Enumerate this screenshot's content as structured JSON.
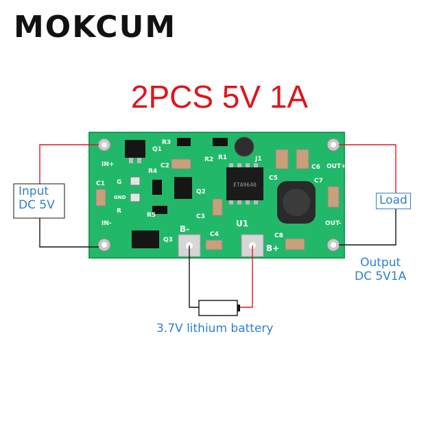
{
  "brand": "MOKCUM",
  "headline": "2PCS 5V 1A",
  "labels": {
    "input_line1": "Input",
    "input_line2": "DC 5V",
    "load": "Load",
    "output_line1": "Output",
    "output_line2": "DC 5V1A",
    "battery": "3.7V lithium battery"
  },
  "board": {
    "silkscreen": {
      "in_plus": "IN+",
      "in_minus": "IN-",
      "out_plus": "OUT+",
      "out_minus": "OUT-",
      "b_minus": "B-",
      "b_plus": "B+",
      "q1": "Q1",
      "q2": "Q2",
      "q3": "Q3",
      "r1": "R1",
      "r2": "R2",
      "r3": "R3",
      "r4": "R4",
      "r5": "R5",
      "c1": "C1",
      "c2": "C2",
      "c3": "C3",
      "c4": "C4",
      "c5": "C5",
      "c6": "C6",
      "c7": "C7",
      "c8": "C8",
      "j1": "J1",
      "u1": "U1",
      "led_g": "G",
      "led_r": "R",
      "gnd": "GND"
    },
    "chip_marking": "ETA9640"
  },
  "colors": {
    "pcb": "#22b86a",
    "pcb_edge": "#1c9a58",
    "pad": "#c8c8c8",
    "wire_red": "#e0141b",
    "wire_black": "#111111",
    "label_blue": "#2d7fcf",
    "headline_red": "#e0141b"
  }
}
